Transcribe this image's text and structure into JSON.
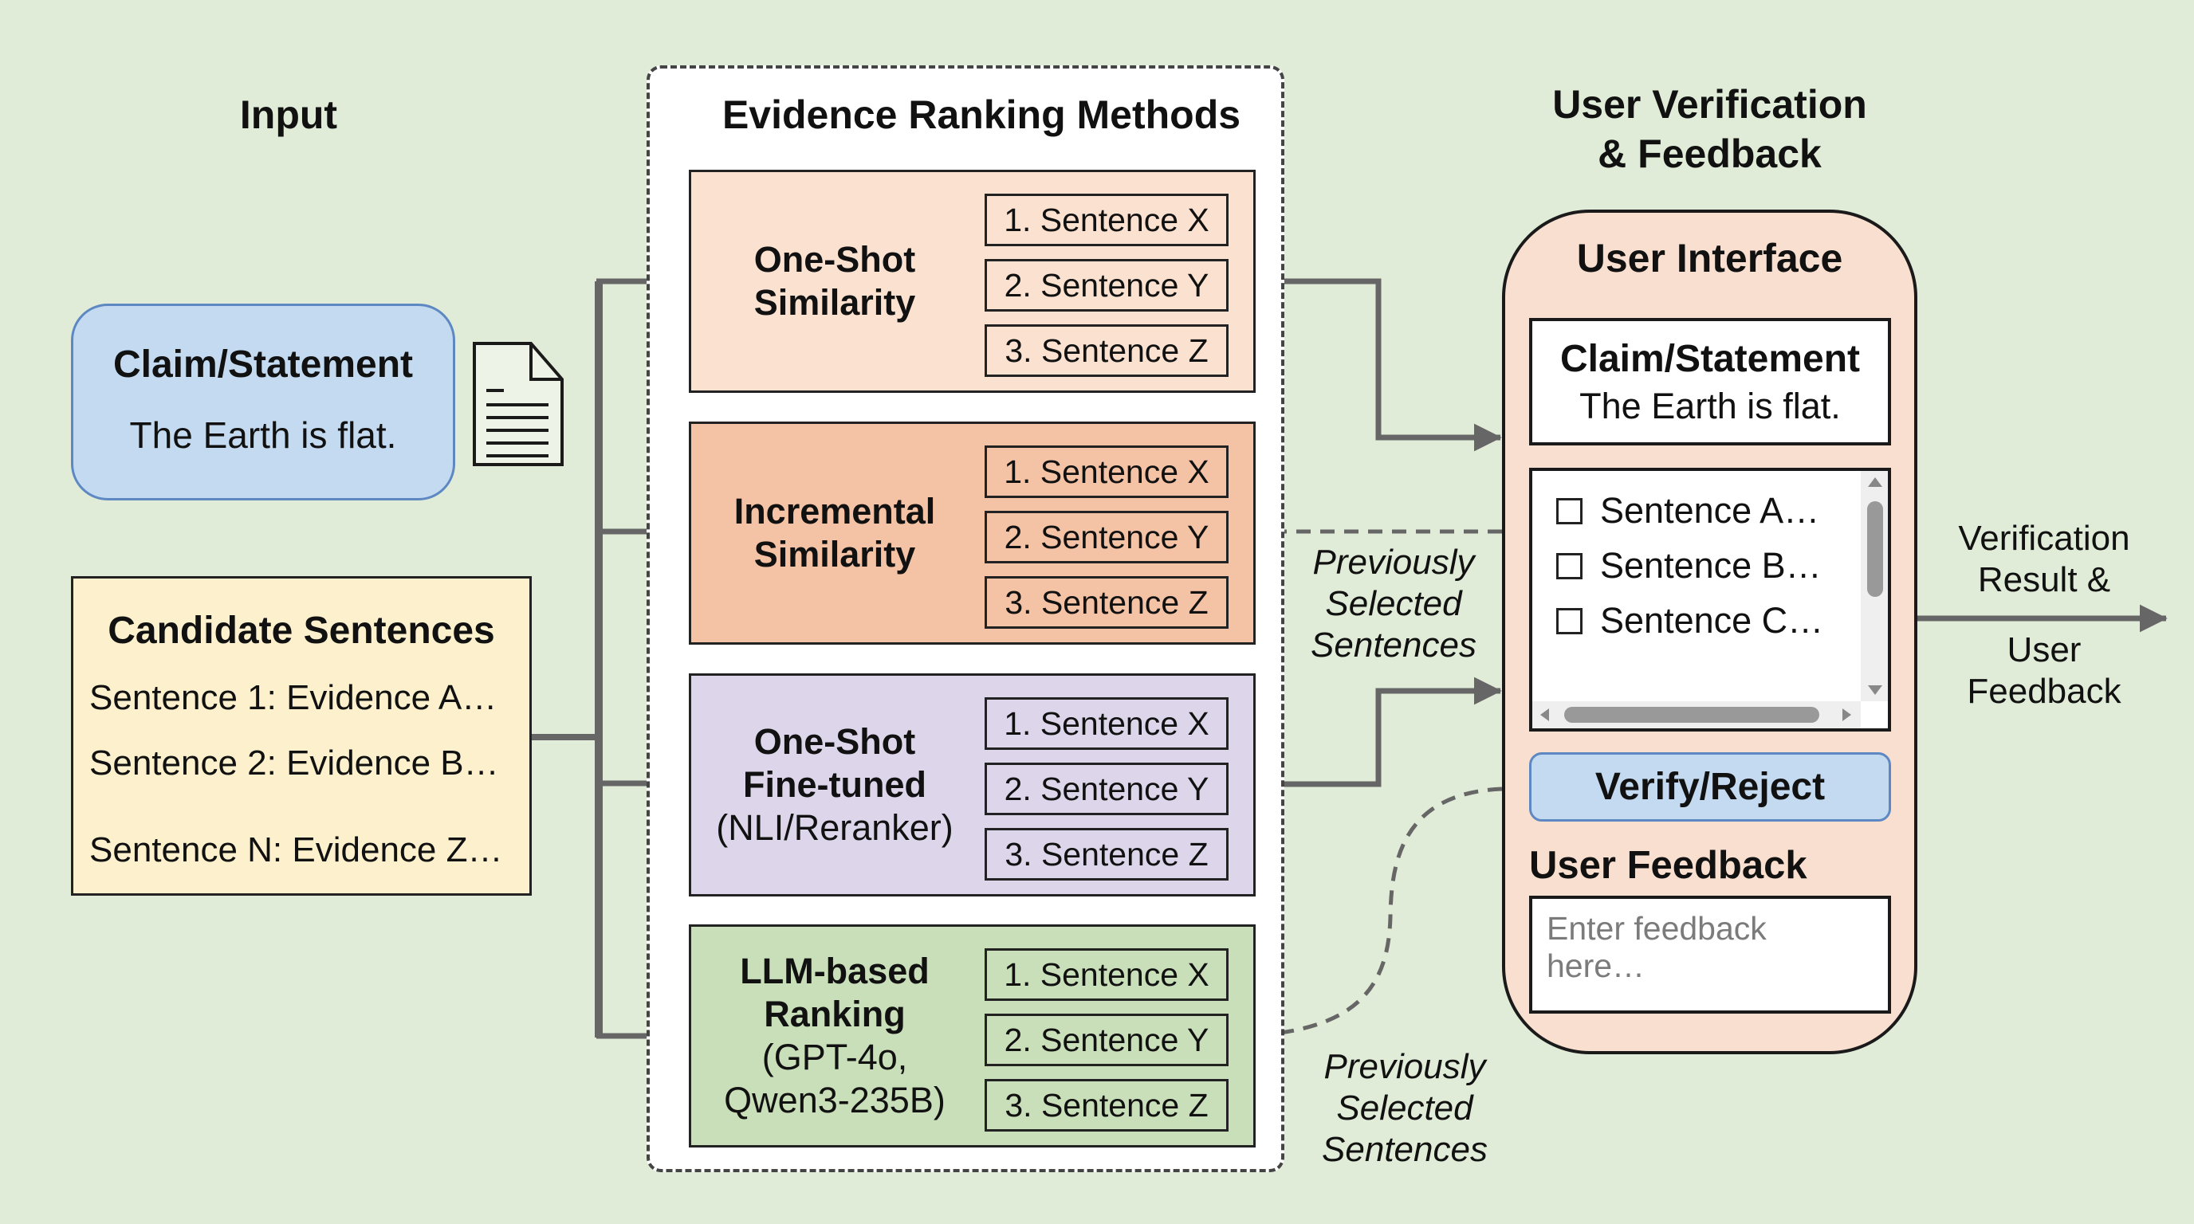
{
  "colors": {
    "background": "#e0ecd7",
    "claim_fill": "#c3daf0",
    "claim_border": "#5d88c2",
    "candidate_fill": "#fdf1cd",
    "method_colors": [
      "#fae1d0",
      "#f4c2a4",
      "#ddd6eb",
      "#c9dfb9"
    ],
    "ui_panel_fill": "#f9dfcf",
    "connector": "#666666"
  },
  "input": {
    "heading": "Input",
    "claim": {
      "title": "Claim/Statement",
      "text": "The Earth is flat.",
      "icon": "document-icon"
    },
    "candidates": {
      "title": "Candidate Sentences",
      "items": [
        "Sentence 1: Evidence A…",
        "Sentence 2: Evidence B…",
        "Sentence N: Evidence Z…"
      ]
    }
  },
  "methods": {
    "heading": "Evidence Ranking Methods",
    "items": [
      {
        "name_bold": [
          "One-Shot",
          "Similarity"
        ],
        "name_regular": [],
        "ranking": [
          "1. Sentence X",
          "2. Sentence Y",
          "3. Sentence Z"
        ]
      },
      {
        "name_bold": [
          "Incremental",
          "Similarity"
        ],
        "name_regular": [],
        "ranking": [
          "1. Sentence X",
          "2. Sentence Y",
          "3. Sentence Z"
        ]
      },
      {
        "name_bold": [
          "One-Shot",
          "Fine-tuned"
        ],
        "name_regular": [
          "(NLI/Reranker)"
        ],
        "ranking": [
          "1. Sentence X",
          "2. Sentence Y",
          "3. Sentence Z"
        ]
      },
      {
        "name_bold": [
          "LLM-based",
          "Ranking"
        ],
        "name_regular": [
          "(GPT-4o,",
          "Qwen3-235B)"
        ],
        "ranking": [
          "1. Sentence X",
          "2. Sentence Y",
          "3. Sentence Z"
        ]
      }
    ]
  },
  "feedback_labels": {
    "upper": [
      "Previously",
      "Selected",
      "Sentences"
    ],
    "lower": [
      "Previously",
      "Selected",
      "Sentences"
    ]
  },
  "verification": {
    "heading_line1": "User Verification",
    "heading_line2": "& Feedback",
    "ui": {
      "title": "User Interface",
      "claim_title": "Claim/Statement",
      "claim_text": "The Earth is flat.",
      "sentence_options": [
        {
          "label": "Sentence A…",
          "checked": false
        },
        {
          "label": "Sentence B…",
          "checked": false
        },
        {
          "label": "Sentence C…",
          "checked": false
        }
      ],
      "verify_button": "Verify/Reject",
      "feedback_label": "User Feedback",
      "feedback_placeholder": "Enter feedback here…",
      "feedback_value": ""
    }
  },
  "output": {
    "label_above": [
      "Verification",
      "Result &"
    ],
    "label_below": [
      "User",
      "Feedback"
    ]
  }
}
